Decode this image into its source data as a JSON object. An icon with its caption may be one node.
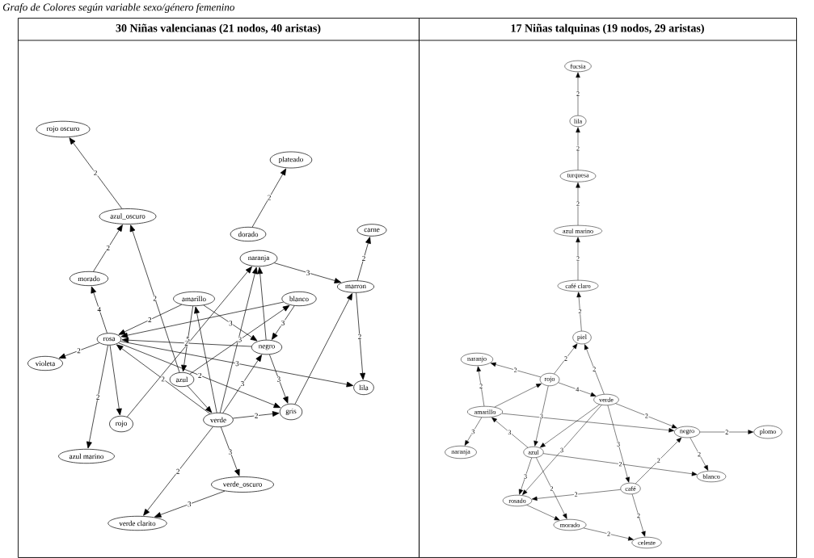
{
  "diagram": {
    "title": "Grafo de Colores según variable sexo/género femenino",
    "nodes": [
      {
        "text": [
          "30 Niñas valencianas (21 nodos, 40 aristas)"
        ]
      },
      {
        "text": [
          "17 Niñas talquinas (19 nodos, 29 aristas)"
        ]
      },
      {
        "text": [
          "rojo oscuro"
        ],
        "in": 0
      },
      {
        "text": [
          "plateado"
        ],
        "in": 0
      },
      {
        "text": [
          "azul_oscuro"
        ],
        "in": 0
      },
      {
        "text": [
          "dorado"
        ],
        "in": 0
      },
      {
        "text": [
          "carne"
        ],
        "in": 0
      },
      {
        "text": [
          "morado"
        ],
        "in": 0
      },
      {
        "text": [
          "naranja"
        ],
        "in": 0
      },
      {
        "text": [
          "amarillo"
        ],
        "in": 0
      },
      {
        "text": [
          "marron"
        ],
        "in": 0
      },
      {
        "text": [
          "blanco"
        ],
        "in": 0
      },
      {
        "text": [
          "rosa"
        ],
        "in": 0
      },
      {
        "text": [
          "negro"
        ],
        "in": 0
      },
      {
        "text": [
          "azul"
        ],
        "in": 0
      },
      {
        "text": [
          "violeta"
        ],
        "in": 0
      },
      {
        "text": [
          "rojo"
        ],
        "in": 0
      },
      {
        "text": [
          "verde"
        ],
        "in": 0
      },
      {
        "text": [
          "gris"
        ],
        "in": 0
      },
      {
        "text": [
          "lila"
        ],
        "in": 0
      },
      {
        "text": [
          "azul marino"
        ],
        "in": 0
      },
      {
        "text": [
          "verde_oscuro"
        ],
        "in": 0
      },
      {
        "text": [
          "verde clarito"
        ],
        "in": 0
      },
      {
        "text": [
          "fucsia"
        ],
        "in": 1
      },
      {
        "text": [
          "lila"
        ],
        "in": 1
      },
      {
        "text": [
          "turquesa"
        ],
        "in": 1
      },
      {
        "text": [
          "azul marino"
        ],
        "in": 1
      },
      {
        "text": [
          "café claro"
        ],
        "in": 1
      },
      {
        "text": [
          "piel"
        ],
        "in": 1
      },
      {
        "text": [
          "naranjo"
        ],
        "in": 1
      },
      {
        "text": [
          "rojo"
        ],
        "in": 1
      },
      {
        "text": [
          "amarillo"
        ],
        "in": 1
      },
      {
        "text": [
          "naranja"
        ],
        "in": 1
      },
      {
        "text": [
          "verde"
        ],
        "in": 1
      },
      {
        "text": [
          "negro"
        ],
        "in": 1
      },
      {
        "text": [
          "plomo"
        ],
        "in": 1
      },
      {
        "text": [
          "azul"
        ],
        "in": 1
      },
      {
        "text": [
          "café"
        ],
        "in": 1
      },
      {
        "text": [
          "blanco"
        ],
        "in": 1
      },
      {
        "text": [
          "rosado"
        ],
        "in": 1
      },
      {
        "text": [
          "morado"
        ],
        "in": 1
      },
      {
        "text": [
          "celeste"
        ],
        "in": 1
      }
    ],
    "edges": [
      {
        "from": 4,
        "to": 2,
        "arrow": "to",
        "label": "2"
      },
      {
        "from": 5,
        "to": 3,
        "arrow": "to",
        "label": "2"
      },
      {
        "from": 7,
        "to": 4,
        "arrow": "to",
        "label": "2"
      },
      {
        "from": 14,
        "to": 4,
        "arrow": "to",
        "label": "2"
      },
      {
        "from": 10,
        "to": 6,
        "arrow": "to",
        "label": "2"
      },
      {
        "from": 12,
        "to": 7,
        "arrow": "to",
        "label": "4"
      },
      {
        "from": 12,
        "to": 15,
        "arrow": "to",
        "label": "2"
      },
      {
        "from": 12,
        "to": 20,
        "arrow": "to",
        "label": "2"
      },
      {
        "from": 17,
        "to": 22,
        "arrow": "to",
        "label": "2"
      },
      {
        "from": 17,
        "to": 21,
        "arrow": "to",
        "label": "3"
      },
      {
        "from": 21,
        "to": 22,
        "arrow": "to",
        "label": "3"
      },
      {
        "from": 17,
        "to": 18,
        "arrow": "to",
        "label": "2"
      },
      {
        "from": 12,
        "to": 18,
        "arrow": "to",
        "label": "2"
      },
      {
        "from": 12,
        "to": 19,
        "arrow": "to",
        "label": "3"
      },
      {
        "from": 13,
        "to": 18,
        "arrow": "to",
        "label": "3"
      },
      {
        "from": 18,
        "to": 10,
        "arrow": "to"
      },
      {
        "from": 10,
        "to": 19,
        "arrow": "to",
        "label": "2"
      },
      {
        "from": 13,
        "to": 12,
        "arrow": "to",
        "label": "2"
      },
      {
        "from": 9,
        "to": 13,
        "arrow": "to",
        "label": "3"
      },
      {
        "from": 8,
        "to": 10,
        "arrow": "to",
        "label": "3"
      },
      {
        "from": 13,
        "to": 8,
        "arrow": "to"
      },
      {
        "from": 9,
        "to": 12,
        "arrow": "to",
        "label": "2"
      },
      {
        "from": 11,
        "to": 12,
        "arrow": "to"
      },
      {
        "from": 12,
        "to": 16,
        "arrow": "to"
      },
      {
        "from": 17,
        "to": 12,
        "arrow": "to",
        "label": "2"
      },
      {
        "from": 14,
        "to": 17,
        "arrow": "to"
      },
      {
        "from": 17,
        "to": 9,
        "arrow": "to"
      },
      {
        "from": 17,
        "to": 8,
        "arrow": "to"
      },
      {
        "from": 16,
        "to": 8,
        "arrow": "to"
      },
      {
        "from": 14,
        "to": 11,
        "arrow": "to",
        "label": "3"
      },
      {
        "from": 17,
        "to": 13,
        "arrow": "to",
        "label": "3"
      },
      {
        "from": 11,
        "to": 13,
        "arrow": "to",
        "label": "3"
      },
      {
        "from": 9,
        "to": 14,
        "arrow": "to",
        "label": "5"
      },
      {
        "from": 24,
        "to": 23,
        "arrow": "to",
        "label": "2"
      },
      {
        "from": 25,
        "to": 24,
        "arrow": "to",
        "label": "2"
      },
      {
        "from": 26,
        "to": 25,
        "arrow": "to",
        "label": "2"
      },
      {
        "from": 27,
        "to": 26,
        "arrow": "to",
        "label": "2"
      },
      {
        "from": 28,
        "to": 27,
        "arrow": "to",
        "label": "2"
      },
      {
        "from": 30,
        "to": 28,
        "arrow": "to",
        "label": "2"
      },
      {
        "from": 33,
        "to": 28,
        "arrow": "to",
        "label": "2"
      },
      {
        "from": 30,
        "to": 29,
        "arrow": "to",
        "label": "2"
      },
      {
        "from": 31,
        "to": 29,
        "arrow": "to",
        "label": "2"
      },
      {
        "from": 31,
        "to": 32,
        "arrow": "to",
        "label": "3"
      },
      {
        "from": 31,
        "to": 30,
        "arrow": "to"
      },
      {
        "from": 30,
        "to": 33,
        "arrow": "to",
        "label": "4"
      },
      {
        "from": 30,
        "to": 36,
        "arrow": "to",
        "label": "3"
      },
      {
        "from": 31,
        "to": 34,
        "arrow": "to"
      },
      {
        "from": 33,
        "to": 34,
        "arrow": "to",
        "label": "2"
      },
      {
        "from": 34,
        "to": 35,
        "arrow": "to",
        "label": "2"
      },
      {
        "from": 34,
        "to": 38,
        "arrow": "to",
        "label": "2"
      },
      {
        "from": 36,
        "to": 31,
        "arrow": "to",
        "label": "3"
      },
      {
        "from": 33,
        "to": 36,
        "arrow": "to"
      },
      {
        "from": 33,
        "to": 39,
        "arrow": "to",
        "label": "3"
      },
      {
        "from": 33,
        "to": 37,
        "arrow": "to",
        "label": "3"
      },
      {
        "from": 36,
        "to": 39,
        "arrow": "to",
        "label": "3"
      },
      {
        "from": 36,
        "to": 40,
        "arrow": "to",
        "label": "2"
      },
      {
        "from": 36,
        "to": 38,
        "arrow": "to",
        "label": "2"
      },
      {
        "from": 37,
        "to": 34,
        "arrow": "to",
        "label": "2"
      },
      {
        "from": 37,
        "to": 39,
        "arrow": "to",
        "label": "2"
      },
      {
        "from": 37,
        "to": 41,
        "arrow": "to",
        "label": "2"
      },
      {
        "from": 40,
        "to": 41,
        "arrow": "to",
        "label": "2"
      },
      {
        "from": 39,
        "to": 40,
        "arrow": "to"
      }
    ]
  }
}
